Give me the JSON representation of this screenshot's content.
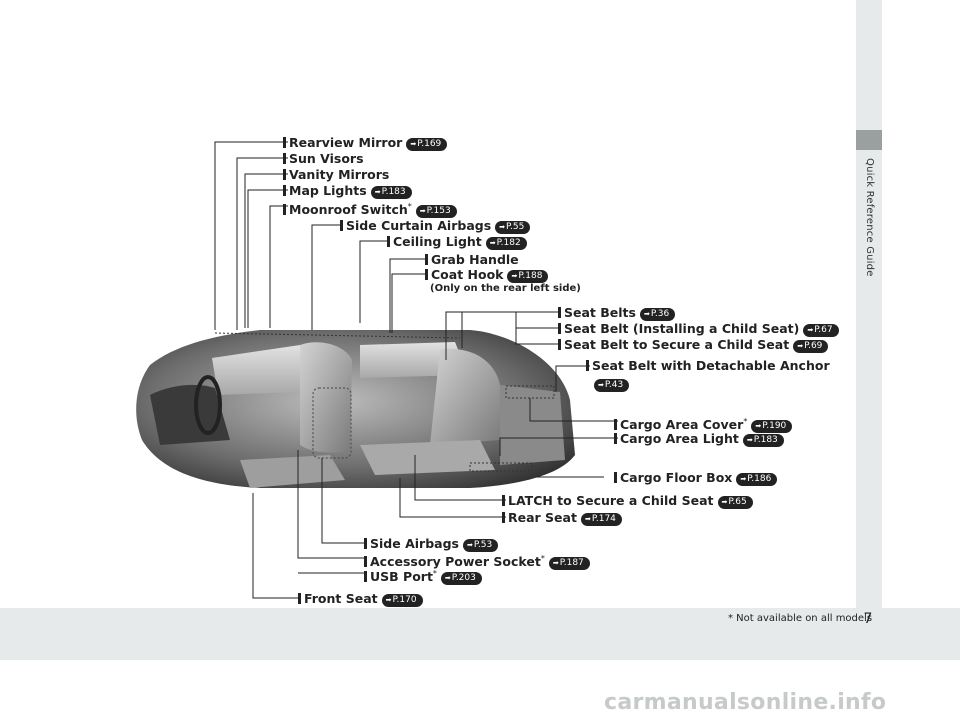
{
  "side_tab": {
    "title": "Quick Reference Guide"
  },
  "page_number": "7",
  "footnote": "* Not available on all models",
  "watermark": "carmanualsonline.info",
  "arrow_glyph": "➡",
  "callouts": {
    "rearview_mirror": {
      "label": "Rearview Mirror",
      "ref": "P.169"
    },
    "sun_visors": {
      "label": "Sun Visors"
    },
    "vanity_mirrors": {
      "label": "Vanity Mirrors"
    },
    "map_lights": {
      "label": "Map Lights",
      "ref": "P.183"
    },
    "moonroof_switch": {
      "label": "Moonroof Switch",
      "asterisk": "*",
      "ref": "P.153"
    },
    "side_curtain_airbags": {
      "label": "Side Curtain Airbags",
      "ref": "P.55"
    },
    "ceiling_light": {
      "label": "Ceiling Light",
      "ref": "P.182"
    },
    "grab_handle": {
      "label": "Grab Handle"
    },
    "coat_hook": {
      "label": "Coat Hook",
      "ref": "P.188",
      "note": "(Only on the rear left side)"
    },
    "seat_belts": {
      "label": "Seat Belts",
      "ref": "P.36"
    },
    "seat_belt_installing": {
      "label": "Seat Belt (Installing a Child Seat)",
      "ref": "P.67"
    },
    "seat_belt_secure": {
      "label": "Seat Belt to Secure a Child Seat",
      "ref": "P.69"
    },
    "seat_belt_detachable": {
      "label": "Seat Belt with Detachable Anchor",
      "ref": "P.43"
    },
    "cargo_area_cover": {
      "label": "Cargo Area Cover",
      "asterisk": "*",
      "ref": "P.190"
    },
    "cargo_area_light": {
      "label": "Cargo Area Light",
      "ref": "P.183"
    },
    "cargo_floor_box": {
      "label": "Cargo Floor Box",
      "ref": "P.186"
    },
    "latch": {
      "label": "LATCH to Secure a Child Seat",
      "ref": "P.65"
    },
    "rear_seat": {
      "label": "Rear Seat",
      "ref": "P.174"
    },
    "side_airbags": {
      "label": "Side Airbags",
      "ref": "P.53"
    },
    "accessory_socket": {
      "label": "Accessory Power Socket",
      "asterisk": "*",
      "ref": "P.187"
    },
    "usb_port": {
      "label": "USB Port",
      "asterisk": "*",
      "ref": "P.203"
    },
    "front_seat": {
      "label": "Front Seat",
      "ref": "P.170"
    }
  }
}
